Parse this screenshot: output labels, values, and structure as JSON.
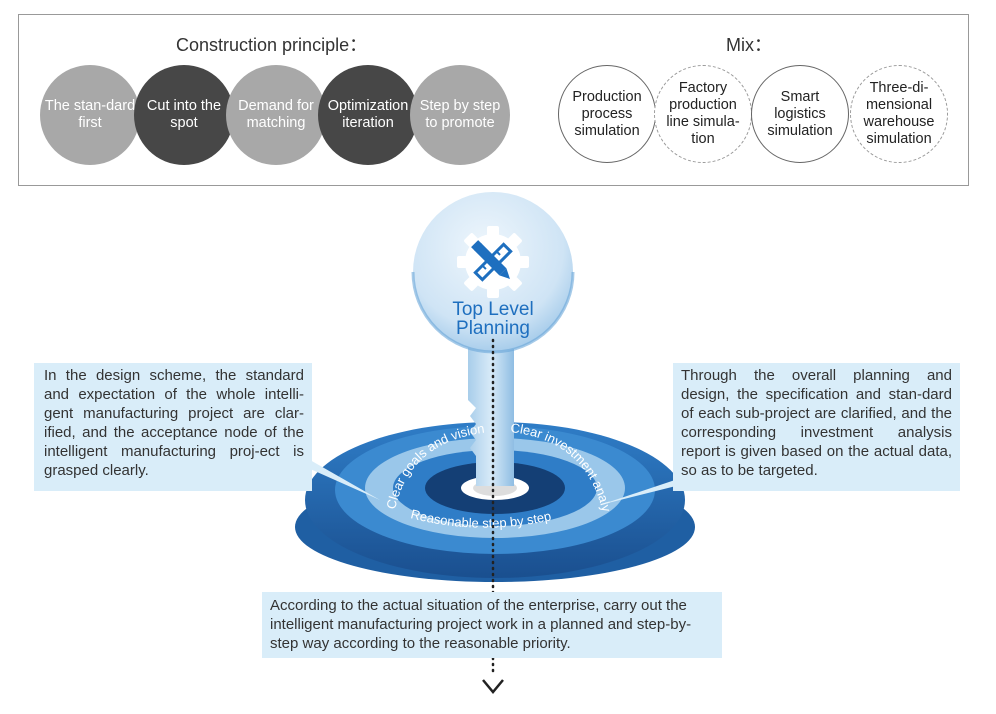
{
  "principle": {
    "heading": "Construction principle：",
    "items": [
      {
        "label": "The stan-dard first",
        "tone": "light"
      },
      {
        "label": "Cut into the spot",
        "tone": "dark"
      },
      {
        "label": "Demand for matching",
        "tone": "light"
      },
      {
        "label": "Optimization iteration",
        "tone": "dark"
      },
      {
        "label": "Step by step to promote",
        "tone": "light"
      }
    ]
  },
  "mix": {
    "heading": "Mix：",
    "items": [
      {
        "label": "Production process simulation",
        "border": "solid"
      },
      {
        "label": "Factory production line simula-tion",
        "border": "dashed"
      },
      {
        "label": "Smart logistics simulation",
        "border": "solid"
      },
      {
        "label": "Three-di-mensional warehouse simulation",
        "border": "dashed"
      }
    ]
  },
  "key": {
    "title_line1": "Top Level",
    "title_line2": "Planning",
    "icon": "pencil-ruler-icon"
  },
  "ring": {
    "left": "Clear goals and vision",
    "right": "Clear investment analysis",
    "bottom": "Reasonable step by step"
  },
  "callouts": {
    "left": "In the design scheme, the standard and expectation of the whole intelli-gent manufacturing project are clar-ified, and the acceptance node of the intelligent manufacturing proj-ect is grasped clearly.",
    "right": "Through the overall planning and design, the specification and stan-dard of each sub-project are clarified, and the corresponding investment analysis report is given based on the actual data, so as to be targeted.",
    "bottom": "According to the actual situation of the enterprise, carry out the intelligent manufacturing project work in a planned and step-by-step way according to the reasonable priority."
  },
  "colors": {
    "key_light": "#cfe4f5",
    "key_mid": "#8fbde3",
    "ring_dark": "#1a4f8f",
    "ring_mid": "#3b8ad0",
    "ring_light": "#bcd9f0",
    "title_blue": "#1e6fbf",
    "callout_bg": "#d9edf9"
  }
}
